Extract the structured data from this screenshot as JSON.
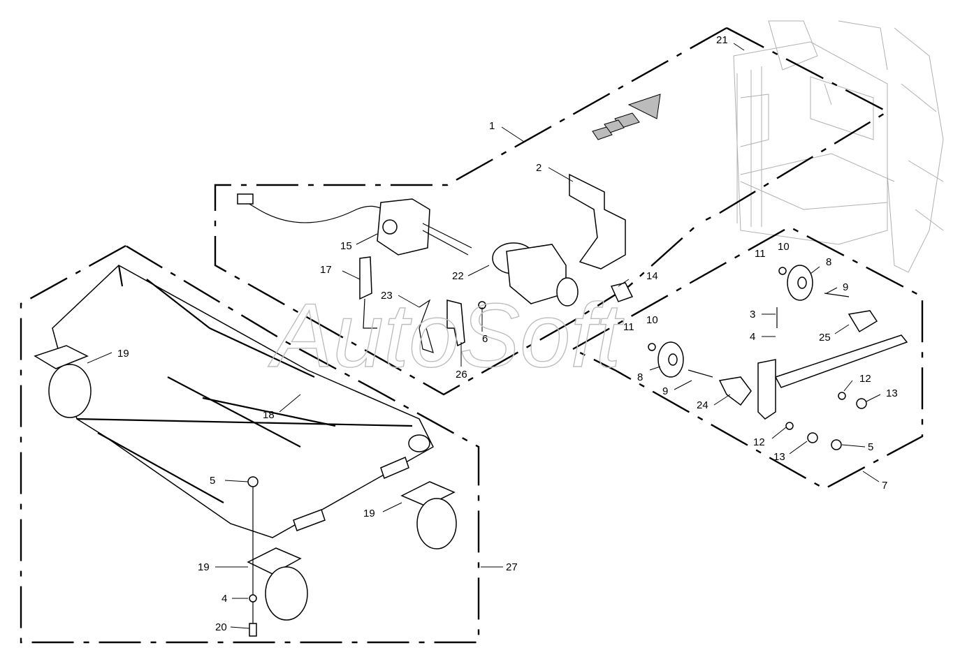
{
  "watermark": "AutoSoft",
  "callouts": {
    "c1": "1",
    "c2": "2",
    "c3": "3",
    "c4a": "4",
    "c4b": "4",
    "c5a": "5",
    "c5b": "5",
    "c6": "6",
    "c7": "7",
    "c8a": "8",
    "c8b": "8",
    "c9a": "9",
    "c9b": "9",
    "c10a": "10",
    "c10b": "10",
    "c11a": "11",
    "c11b": "11",
    "c12a": "12",
    "c12b": "12",
    "c13a": "13",
    "c13b": "13",
    "c14": "14",
    "c15": "15",
    "c17": "17",
    "c18": "18",
    "c19a": "19",
    "c19b": "19",
    "c19c": "19",
    "c20": "20",
    "c21": "21",
    "c22": "22",
    "c23": "23",
    "c24": "24",
    "c25": "25",
    "c26": "26",
    "c27": "27"
  }
}
